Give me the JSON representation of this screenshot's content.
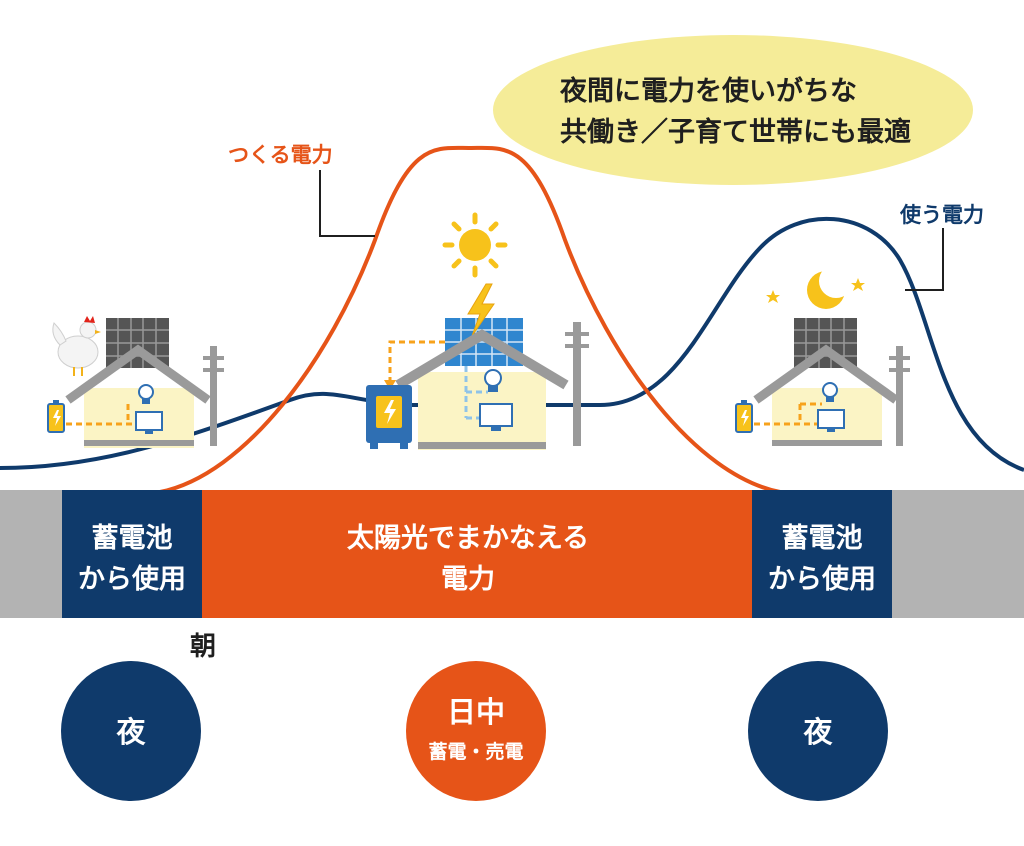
{
  "callout": {
    "line1": "夜間に電力を使いがちな",
    "line2": "共働き／子育て世帯にも最適"
  },
  "labels": {
    "produced_power": "つくる電力",
    "used_power": "使う電力",
    "morning": "朝"
  },
  "timeline": {
    "left_battery": {
      "line1": "蓄電池",
      "line2": "から使用"
    },
    "solar": {
      "line1": "太陽光でまかなえる",
      "line2": "電力"
    },
    "right_battery": {
      "line1": "蓄電池",
      "line2": "から使用"
    }
  },
  "periods": {
    "left_night": "夜",
    "daytime_title": "日中",
    "daytime_sub": "蓄電・売電",
    "right_night": "夜"
  },
  "colors": {
    "navy": "#0f3a6b",
    "orange": "#e65418",
    "yellow": "#f5ec98",
    "gray": "#b3b3b3",
    "sun": "#f7c21b",
    "house_wall": "#fbf4c5",
    "panel_blue": "#2f86cf"
  },
  "icons": [
    "rooster-icon",
    "solar-panel-icon",
    "battery-icon",
    "lightbulb-icon",
    "monitor-icon",
    "sun-icon",
    "lightning-icon",
    "moon-icon",
    "star-icon",
    "utility-pole-icon",
    "storage-battery-icon"
  ]
}
